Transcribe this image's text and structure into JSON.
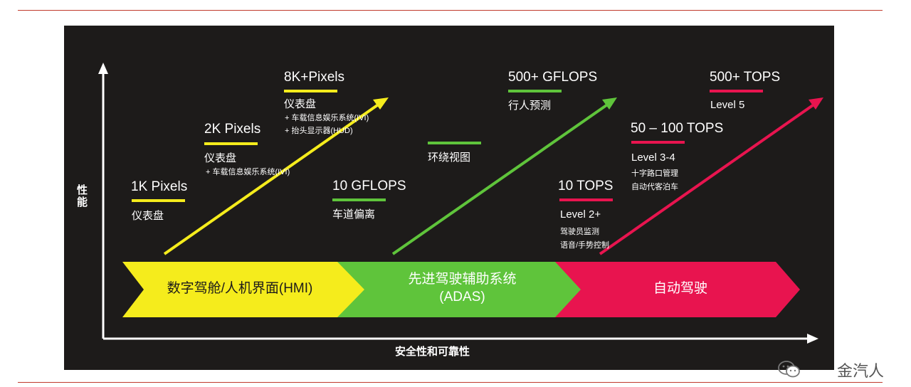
{
  "axes": {
    "y_label": "性能",
    "x_label": "安全性和可靠性"
  },
  "stages": [
    {
      "name": "数字驾舱/人机界面(HMI)",
      "color": "#f5ec1c"
    },
    {
      "name_line1": "先进驾驶辅助系统",
      "name_line2": "(ADAS)",
      "color": "#5fc43b"
    },
    {
      "name": "自动驾驶",
      "color": "#e8144f"
    }
  ],
  "hmi": [
    {
      "title": "1K Pixels",
      "lines": [
        "仪表盘"
      ]
    },
    {
      "title": "2K Pixels",
      "lines": [
        "仪表盘",
        "+ 车载信息娱乐系统(IVI)"
      ]
    },
    {
      "title": "8K+Pixels",
      "lines": [
        "仪表盘",
        "+ 车载信息娱乐系统(IVI)",
        "+ 抬头显示器(HUD)"
      ]
    }
  ],
  "adas": [
    {
      "title": "10 GFLOPS",
      "lines": [
        "车道偏离"
      ]
    },
    {
      "title": "",
      "lines": [
        "环绕视图"
      ]
    },
    {
      "title": "500+ GFLOPS",
      "lines": [
        "行人预测"
      ]
    }
  ],
  "ad": [
    {
      "title": "10 TOPS",
      "lines": [
        "Level 2+",
        "驾驶员监测",
        "语音/手势控制"
      ]
    },
    {
      "title": "50 – 100 TOPS",
      "lines": [
        "Level 3-4",
        "十字路口管理",
        "自动代客泊车"
      ]
    },
    {
      "title": "500+ TOPS",
      "lines": [
        "Level 5"
      ]
    }
  ],
  "watermark": "金汽人"
}
